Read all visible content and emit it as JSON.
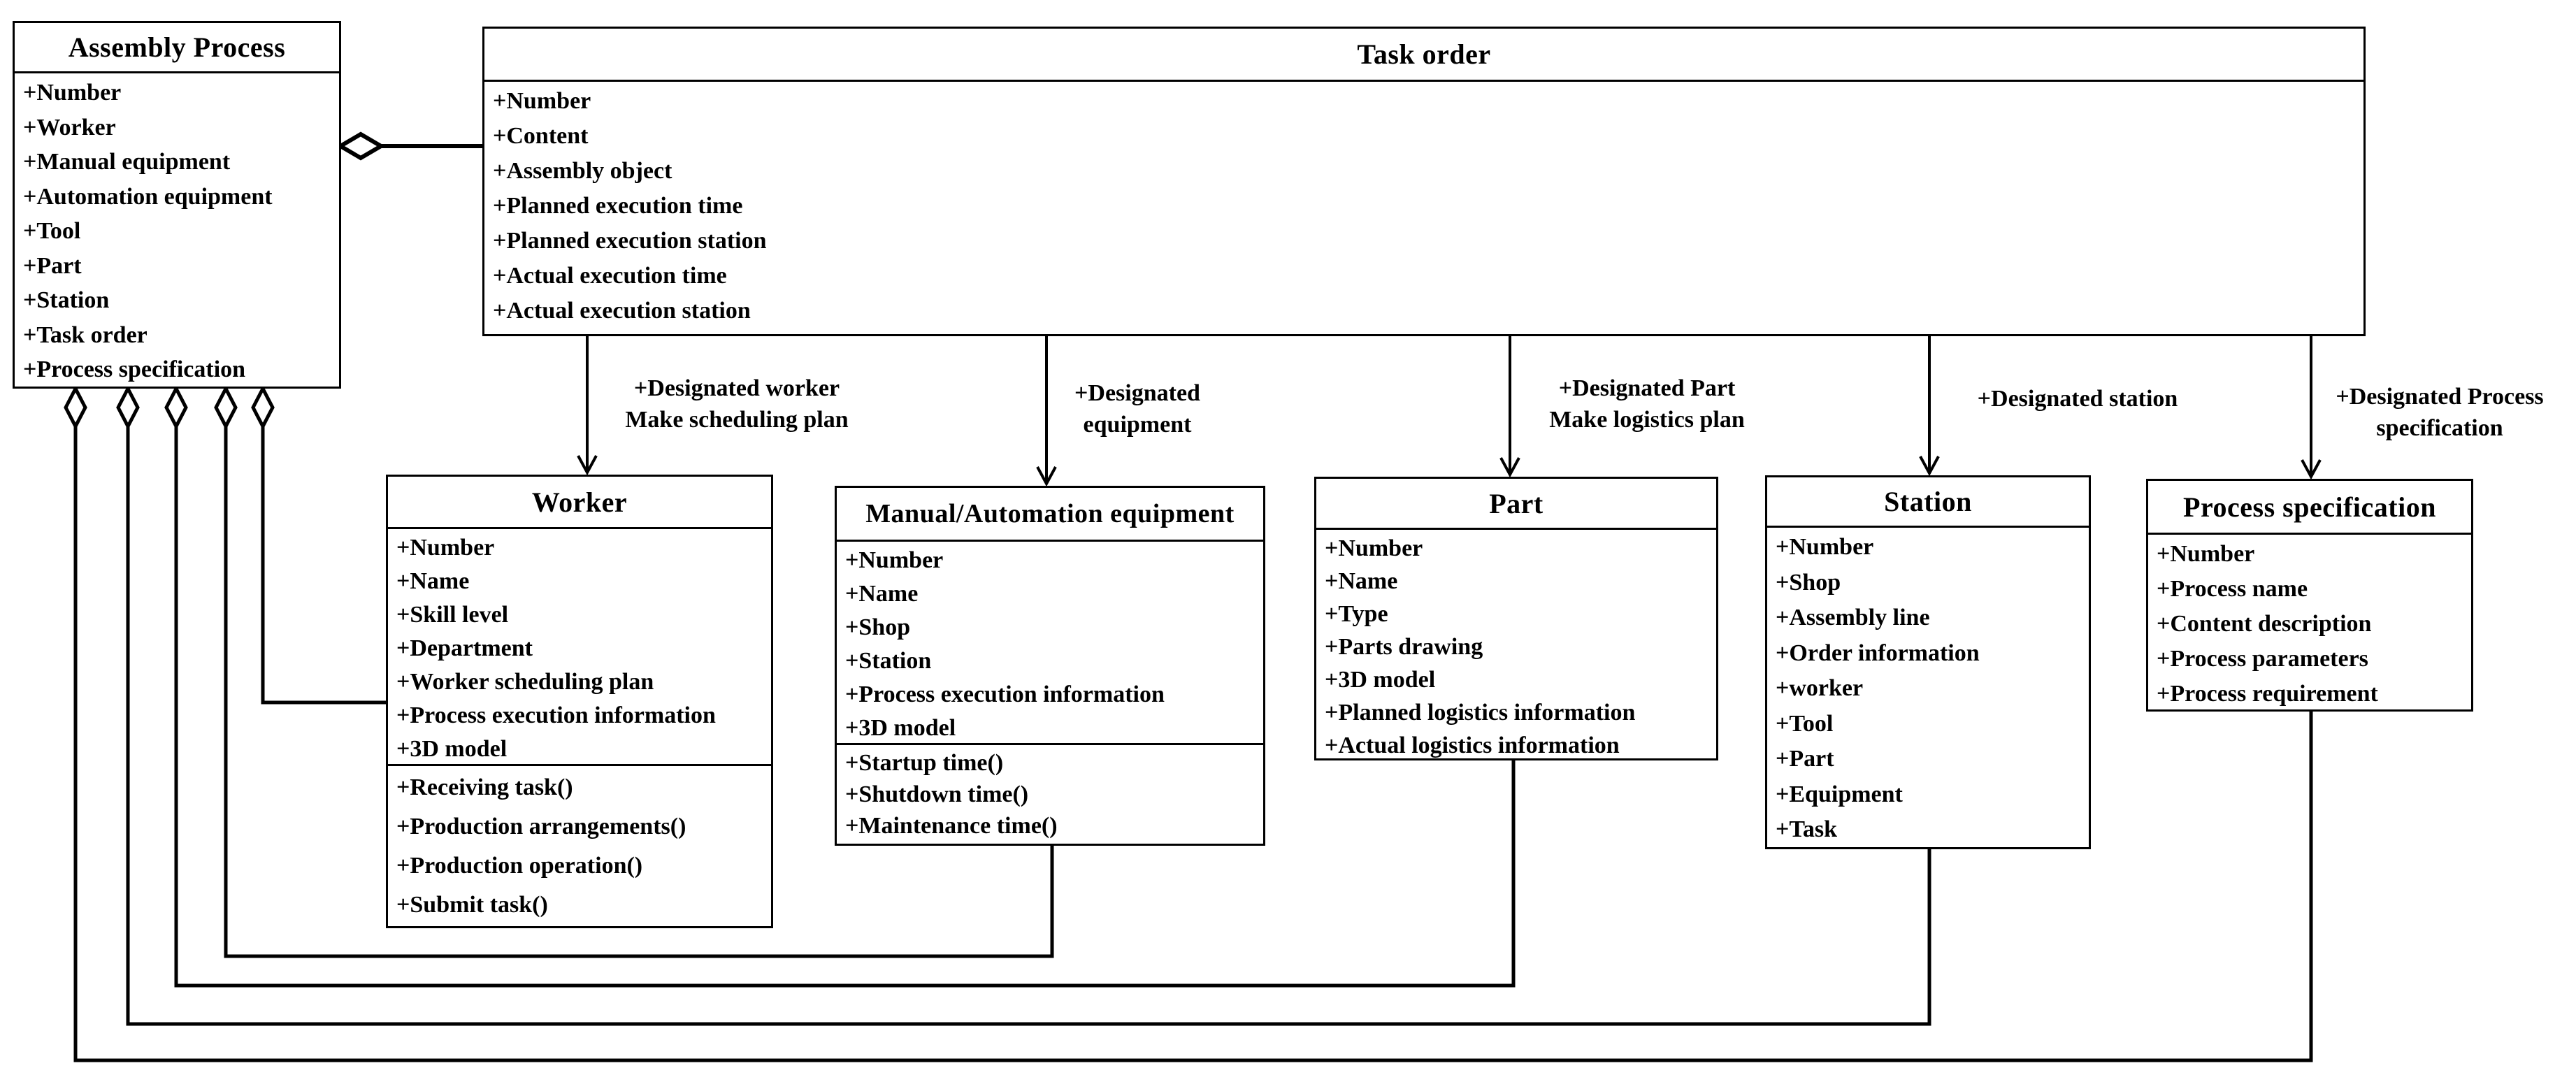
{
  "diagram": {
    "type": "uml-class-diagram",
    "colors": {
      "line": "#000000",
      "background": "#ffffff",
      "text": "#000000"
    }
  },
  "classes": {
    "assembly_process": {
      "title": "Assembly Process",
      "attributes": [
        "+Number",
        "+Worker",
        "+Manual equipment",
        "+Automation equipment",
        "+Tool",
        "+Part",
        "+Station",
        "+Task order",
        "+Process specification"
      ]
    },
    "task_order": {
      "title": "Task order",
      "attributes": [
        "+Number",
        "+Content",
        "+Assembly object",
        "+Planned execution time",
        "+Planned execution station",
        "+Actual execution time",
        "+Actual execution station"
      ]
    },
    "worker": {
      "title": "Worker",
      "attributes": [
        "+Number",
        "+Name",
        "+Skill level",
        "+Department",
        "+Worker scheduling plan",
        "+Process execution information",
        "+3D model"
      ],
      "methods": [
        "+Receiving task()",
        "+Production arrangements()",
        "+Production operation()",
        "+Submit task()"
      ]
    },
    "equipment": {
      "title": "Manual/Automation equipment",
      "attributes": [
        "+Number",
        "+Name",
        "+Shop",
        "+Station",
        "+Process execution information",
        "+3D model"
      ],
      "methods": [
        "+Startup time()",
        "+Shutdown time()",
        "+Maintenance time()"
      ]
    },
    "part": {
      "title": "Part",
      "attributes": [
        "+Number",
        "+Name",
        "+Type",
        "+Parts drawing",
        "+3D model",
        "+Planned logistics information",
        "+Actual logistics information"
      ]
    },
    "station": {
      "title": "Station",
      "attributes": [
        "+Number",
        "+Shop",
        "+Assembly line",
        "+Order information",
        "+worker",
        "+Tool",
        "+Part",
        "+Equipment",
        "+Task"
      ]
    },
    "process_specification": {
      "title": "Process specification",
      "attributes": [
        "+Number",
        "+Process name",
        "+Content description",
        "+Process parameters",
        "+Process requirement"
      ]
    }
  },
  "relationship_labels": {
    "worker": [
      "+Designated worker",
      "Make scheduling plan"
    ],
    "equipment": [
      "+Designated",
      "equipment"
    ],
    "part": [
      "+Designated Part",
      "Make  logistics plan"
    ],
    "station": [
      "+Designated station"
    ],
    "process_specification": [
      "+Designated Process",
      "specification"
    ]
  }
}
